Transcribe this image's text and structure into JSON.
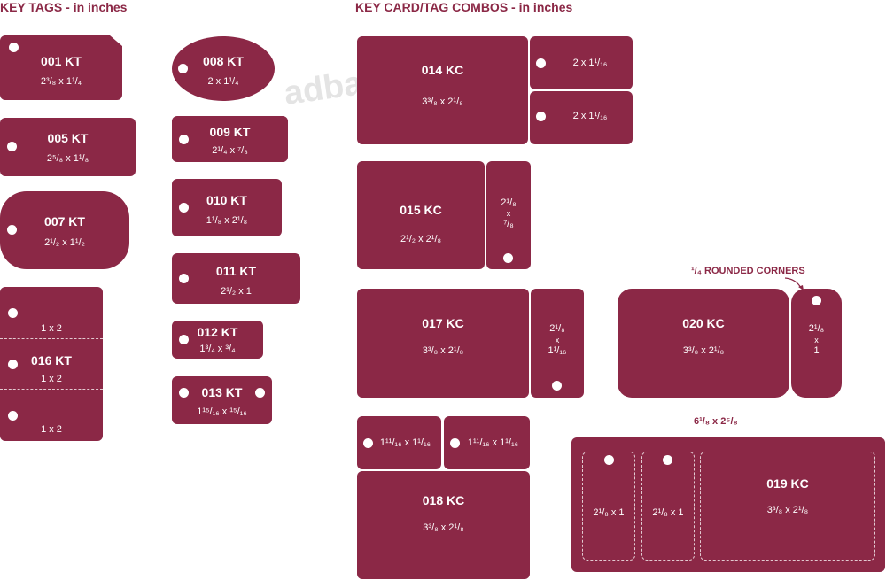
{
  "headers": {
    "key_tags": "KEY TAGS - in inches",
    "combos": "KEY CARD/TAG COMBOS - in inches"
  },
  "watermark": "adbase.com",
  "colors": {
    "tag": "#8b2846",
    "background": "#ffffff"
  },
  "key_tags": {
    "t001": {
      "name": "001 KT",
      "dim": "2³/₈ x 1¹/₄"
    },
    "t005": {
      "name": "005 KT",
      "dim": "2⁵/₈ x 1¹/₈"
    },
    "t007": {
      "name": "007 KT",
      "dim": "2¹/₂ x 1¹/₂"
    },
    "t016": {
      "name": "016 KT",
      "dim_top": "1 x 2",
      "dim_mid": "1 x 2",
      "dim_bot": "1 x 2"
    },
    "t008": {
      "name": "008 KT",
      "dim": "2 x 1¹/₄"
    },
    "t009": {
      "name": "009 KT",
      "dim": "2¹/₄ x ⁷/₈"
    },
    "t010": {
      "name": "010 KT",
      "dim": "1¹/₈ x 2¹/₈"
    },
    "t011": {
      "name": "011 KT",
      "dim": "2¹/₂ x 1"
    },
    "t012": {
      "name": "012 KT",
      "dim": "1³/₄ x ³/₄"
    },
    "t013": {
      "name": "013 KT",
      "dim": "1¹⁵/₁₆ x ¹⁵/₁₆"
    }
  },
  "combos": {
    "c014": {
      "name": "014 KC",
      "dim": "3³/₈ x 2¹/₈",
      "tab_top": "2 x 1¹/₁₆",
      "tab_bot": "2 x 1¹/₁₆"
    },
    "c015": {
      "name": "015 KC",
      "dim": "2¹/₂ x 2¹/₈",
      "tab_a": "2¹/₈",
      "tab_x": "x",
      "tab_b": "⁷/₈"
    },
    "c017": {
      "name": "017 KC",
      "dim": "3³/₈ x 2¹/₈",
      "tab_a": "2¹/₈",
      "tab_x": "x",
      "tab_b": "1¹/₁₆"
    },
    "c020": {
      "name": "020 KC",
      "dim": "3³/₈ x 2¹/₈",
      "tab_a": "2¹/₈",
      "tab_x": "x",
      "tab_b": "1",
      "note": "¹/₄ ROUNDED CORNERS"
    },
    "c018": {
      "name": "018 KC",
      "dim": "3³/₈ x 2¹/₈",
      "tab_left": "1¹¹/₁₆ x 1¹/₁₆",
      "tab_right": "1¹¹/₁₆ x 1¹/₁₆"
    },
    "c019": {
      "name": "019 KC",
      "dim": "3³/₈ x 2¹/₈",
      "tab_a": "2¹/₈ x 1",
      "tab_b": "2¹/₈ x 1",
      "overall": "6¹/₈ x 2⁵/₈"
    }
  }
}
